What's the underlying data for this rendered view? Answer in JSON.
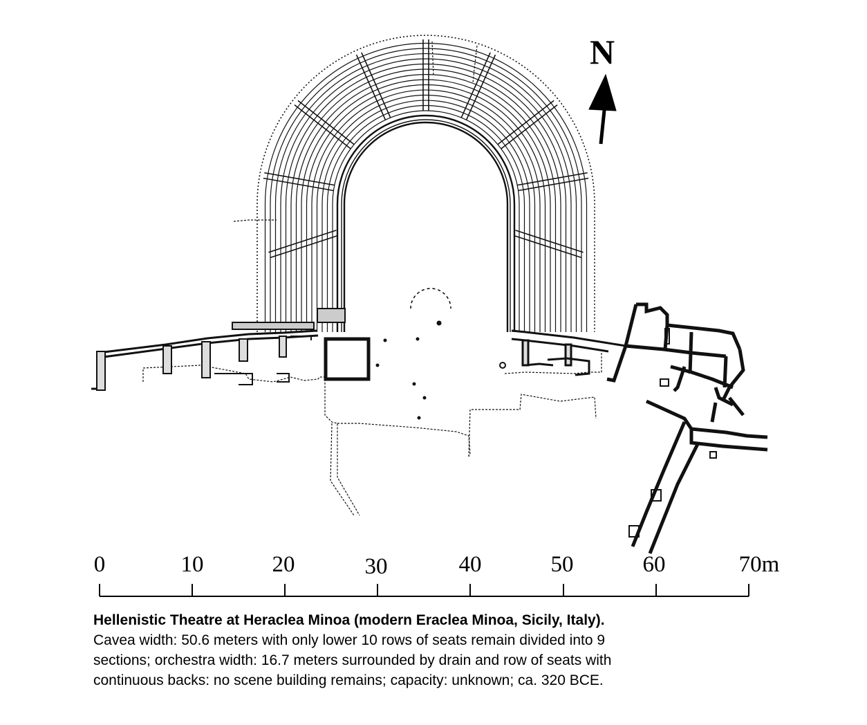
{
  "north": {
    "label": "N"
  },
  "scale_bar": {
    "ticks": [
      "0",
      "10",
      "20",
      "30",
      "40",
      "50",
      "60",
      "70m"
    ]
  },
  "caption": {
    "title": "Hellenistic Theatre at Heraclea Minoa (modern Eraclea Minoa, Sicily, Italy).",
    "line1": "Cavea width: 50.6 meters with only lower 10 rows of seats remain divided into 9",
    "line2": "sections; orchestra width: 16.7 meters surrounded by drain and row of seats with",
    "line3": "continuous backs: no scene building remains; capacity: unknown; ca. 320 BCE."
  }
}
